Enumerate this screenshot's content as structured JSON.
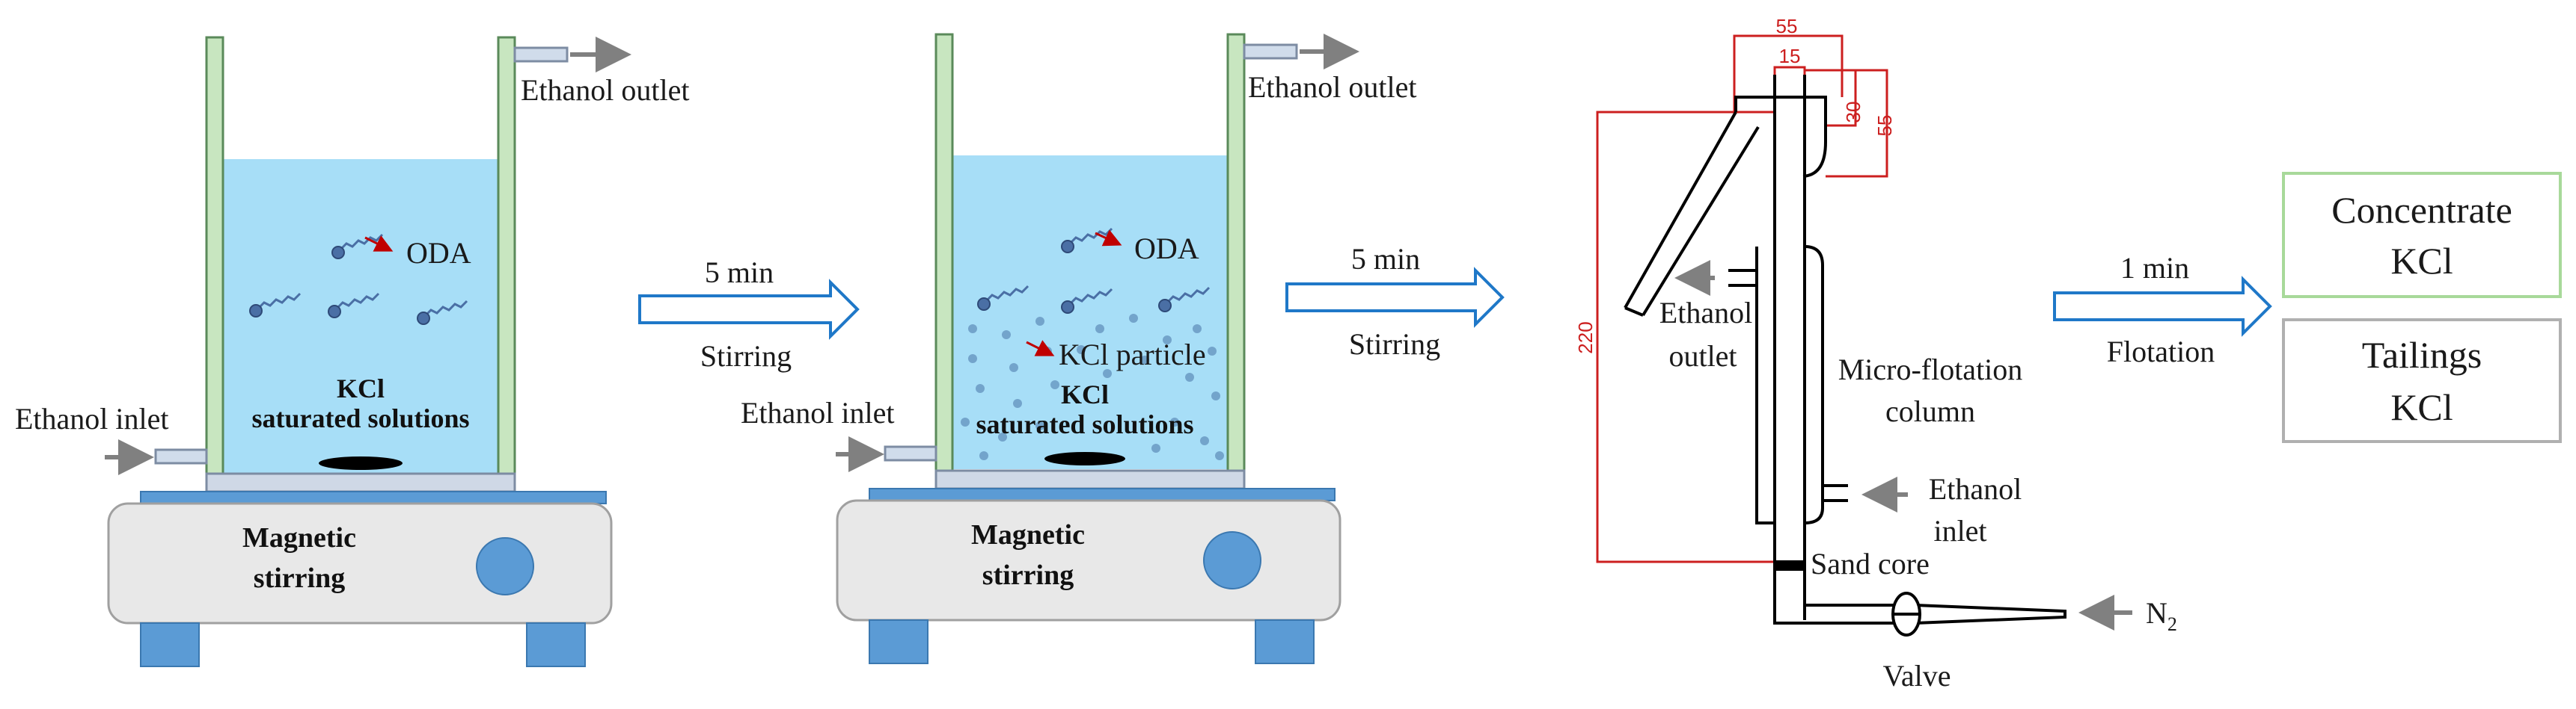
{
  "colors": {
    "liquid": "#a7def7",
    "beaker_wall": "#c8e6c0",
    "beaker_wall_edge": "#5a8a5a",
    "stirrer_body": "#e8e8e8",
    "stirrer_blue": "#5b9bd5",
    "arrow_blue": "#1f78c8",
    "dimension_red": "#cc1f1f",
    "concentrate_border": "#a8d99a",
    "tailings_border": "#b0b0b0",
    "molecule": "#4a6fa5",
    "particle": "#6a9bc4"
  },
  "panel1": {
    "ethanol_outlet": "Ethanol outlet",
    "ethanol_inlet": "Ethanol inlet",
    "oda_label": "ODA",
    "solution_line1": "KCl",
    "solution_line2": "saturated solutions",
    "stirrer_line1": "Magnetic",
    "stirrer_line2": "stirring"
  },
  "step1": {
    "time": "5 min",
    "action": "Stirring"
  },
  "panel2": {
    "ethanol_outlet": "Ethanol outlet",
    "ethanol_inlet": "Ethanol inlet",
    "oda_label": "ODA",
    "particle_label": "KCl particle",
    "solution_line1": "KCl",
    "solution_line2": "saturated solutions",
    "stirrer_line1": "Magnetic",
    "stirrer_line2": "stirring"
  },
  "step2": {
    "time": "5 min",
    "action": "Stirring"
  },
  "column": {
    "dim_top_width": "55",
    "dim_inner_width": "15",
    "dim_cup_depth": "30",
    "dim_cup_height": "55",
    "dim_total_height": "220",
    "ethanol_outlet_line1": "Ethanol",
    "ethanol_outlet_line2": "outlet",
    "column_line1": "Micro-flotation",
    "column_line2": "column",
    "ethanol_inlet_line1": "Ethanol",
    "ethanol_inlet_line2": "inlet",
    "sand_core": "Sand core",
    "gas_label": "N",
    "gas_subscript": "2",
    "valve": "Valve"
  },
  "step3": {
    "time": "1 min",
    "action": "Flotation"
  },
  "products": {
    "concentrate_line1": "Concentrate",
    "concentrate_line2": "KCl",
    "tailings_line1": "Tailings",
    "tailings_line2": "KCl"
  }
}
